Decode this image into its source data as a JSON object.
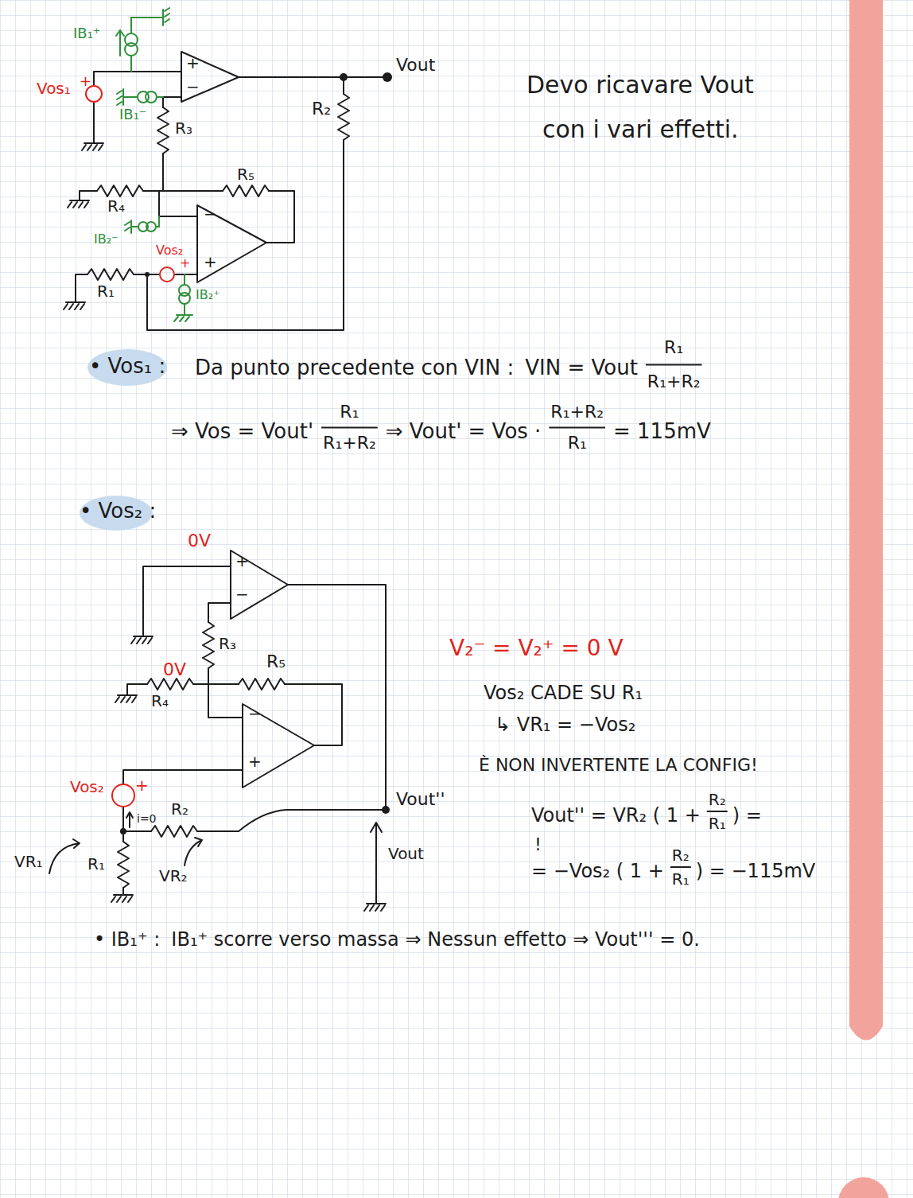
{
  "diagram": {
    "labels": [
      "IB₁⁺",
      "+",
      "Vos₁",
      "+",
      "−",
      "IB₁⁻",
      "R₃",
      "R₂",
      "R₅",
      "R₄",
      "IB₂⁻",
      "Vos₂",
      "+",
      "R₁",
      "−",
      "+",
      "IB₂⁺",
      "Vout",
      "Devo ricavare Vout",
      "con i vari effetti.",
      "• Vos₁ :",
      "Da punto precedente con VIN :",
      "VIN = Vout",
      "R₁",
      "R₁+R₂",
      "⇒ Vos = Vout'",
      "R₁",
      "R₁+R₂",
      "⇒ Vout' = Vos ·",
      "R₁+R₂",
      "R₁",
      "= 115mV",
      "• Vos₂ :",
      "0V",
      "+",
      "−",
      "R₃",
      "0V",
      "R₅",
      "R₄",
      "−",
      "+",
      "Vos₂",
      "+",
      "i=0",
      "R₂",
      "VR₁",
      "R₁",
      "VR₂",
      "Vout''",
      "Vout",
      "V₂⁻ = V₂⁺ = 0 V",
      "Vos₂ CADE SU R₁",
      "↳ VR₁ = −Vos₂",
      "È NON INVERTENTE LA CONFIG!",
      "Vout'' = VR₂ ( 1 +",
      "R₂",
      "R₁",
      ") =",
      "!",
      "= −Vos₂ ( 1 +",
      "R₂",
      "R₁",
      ") = −115mV",
      "• IB₁⁺ :",
      "IB₁⁺ scorre verso massa ⇒ Nessun effetto ⇒ Vout''' = 0."
    ]
  }
}
